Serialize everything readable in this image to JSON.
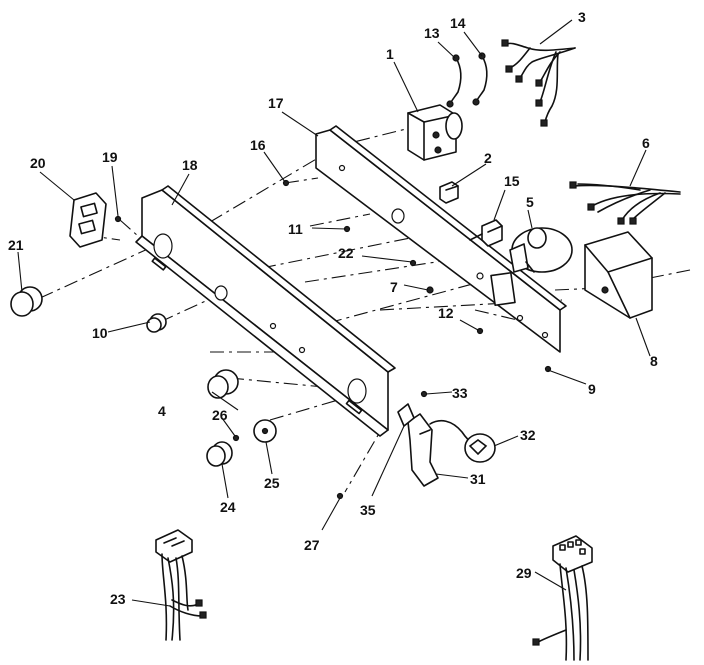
{
  "callouts": [
    "1",
    "2",
    "3",
    "4",
    "5",
    "6",
    "7",
    "8",
    "9",
    "10",
    "11",
    "12",
    "13",
    "14",
    "15",
    "16",
    "17",
    "18",
    "19",
    "20",
    "21",
    "22",
    "23",
    "24",
    "25",
    "26",
    "27",
    "29",
    "31",
    "32",
    "33",
    "35"
  ]
}
